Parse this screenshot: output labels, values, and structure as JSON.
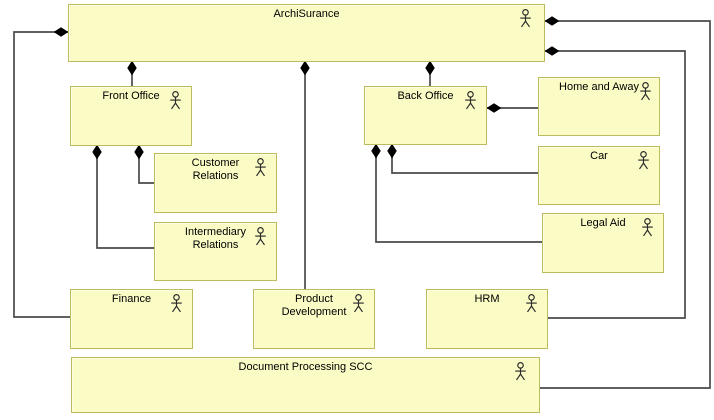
{
  "diagram": {
    "nodes": {
      "archisurance": {
        "label": "ArchiSurance",
        "type": "business-actor"
      },
      "front_office": {
        "label": "Front Office",
        "type": "business-actor"
      },
      "customer_relations": {
        "label": "Customer Relations",
        "type": "business-actor"
      },
      "intermediary_relations": {
        "label": "Intermediary Relations",
        "type": "business-actor"
      },
      "back_office": {
        "label": "Back Office",
        "type": "business-actor"
      },
      "home_and_away": {
        "label": "Home and Away",
        "type": "business-actor"
      },
      "car": {
        "label": "Car",
        "type": "business-actor"
      },
      "legal_aid": {
        "label": "Legal Aid",
        "type": "business-actor"
      },
      "finance": {
        "label": "Finance",
        "type": "business-actor"
      },
      "product_development": {
        "label": "Product Development",
        "type": "business-actor"
      },
      "hrm": {
        "label": "HRM",
        "type": "business-actor"
      },
      "document_processing_scc": {
        "label": "Document Processing SCC",
        "type": "business-actor"
      }
    },
    "edges": [
      {
        "type": "composition",
        "from": "archisurance",
        "to": "finance"
      },
      {
        "type": "composition",
        "from": "archisurance",
        "to": "front_office"
      },
      {
        "type": "composition",
        "from": "archisurance",
        "to": "product_development"
      },
      {
        "type": "composition",
        "from": "archisurance",
        "to": "back_office"
      },
      {
        "type": "composition",
        "from": "archisurance",
        "to": "document_processing_scc"
      },
      {
        "type": "composition",
        "from": "archisurance",
        "to": "hrm"
      },
      {
        "type": "composition",
        "from": "front_office",
        "to": "customer_relations"
      },
      {
        "type": "composition",
        "from": "front_office",
        "to": "intermediary_relations"
      },
      {
        "type": "composition",
        "from": "back_office",
        "to": "home_and_away"
      },
      {
        "type": "composition",
        "from": "back_office",
        "to": "car"
      },
      {
        "type": "composition",
        "from": "back_office",
        "to": "legal_aid"
      }
    ],
    "colors": {
      "background": "#FFFFFF",
      "node_fill": "#FBFBC6",
      "node_border": "#BCBC5E",
      "connector": "#4A4A4A",
      "diamond": "#000000",
      "text": "#000000"
    },
    "icons": {
      "actor": "business-actor-icon"
    }
  }
}
